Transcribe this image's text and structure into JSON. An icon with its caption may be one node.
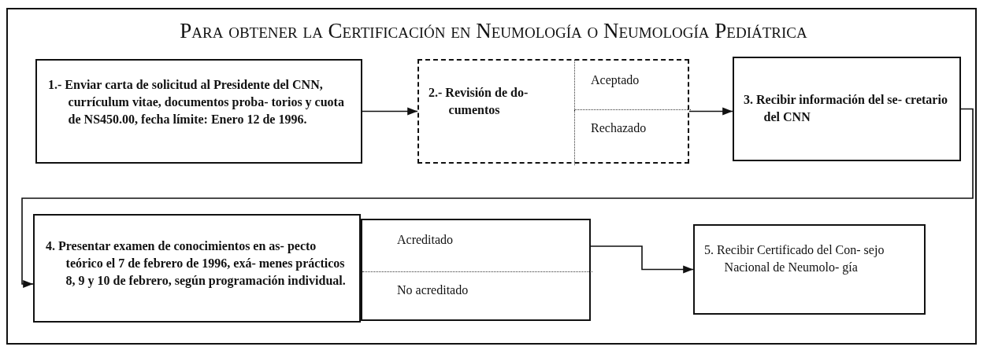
{
  "diagram": {
    "title": "Para obtener la Certificación en Neumología o Neumología Pediátrica",
    "nodes": [
      {
        "text": [
          "1.- Enviar carta de solicitud al Presidente del CNN, currículum vitae, documentos proba- torios y cuota de NS450.00, fecha límite: Enero 12 de 1996."
        ]
      },
      {
        "text": [
          "2.- Revisión de do- cumentos"
        ]
      },
      {
        "text": [
          "Aceptado"
        ],
        "in": 1
      },
      {
        "text": [
          "Rechazado"
        ],
        "in": 1
      },
      {
        "text": [
          "3. Recibir información del se- cretario del CNN"
        ]
      },
      {
        "text": [
          "4. Presentar examen de conocimientos en as- pecto teórico el 7 de febrero de 1996, exá- menes prácticos 8, 9 y 10 de febrero, según programación individual."
        ]
      },
      {
        "text": [],
        "shape": "box"
      },
      {
        "text": [
          "Acreditado"
        ],
        "in": 6
      },
      {
        "text": [
          "No acreditado"
        ],
        "in": 6
      },
      {
        "text": [
          "5. Recibir Certificado del Con- sejo Nacional de Neumolo- gía"
        ]
      }
    ],
    "edges": [
      {
        "from": 0,
        "to": 1,
        "arrow": "to"
      },
      {
        "from": 1,
        "to": 4,
        "arrow": "to"
      },
      {
        "from": 4,
        "to": 5,
        "arrow": "to"
      },
      {
        "from": 7,
        "to": 9,
        "arrow": "to"
      }
    ]
  }
}
